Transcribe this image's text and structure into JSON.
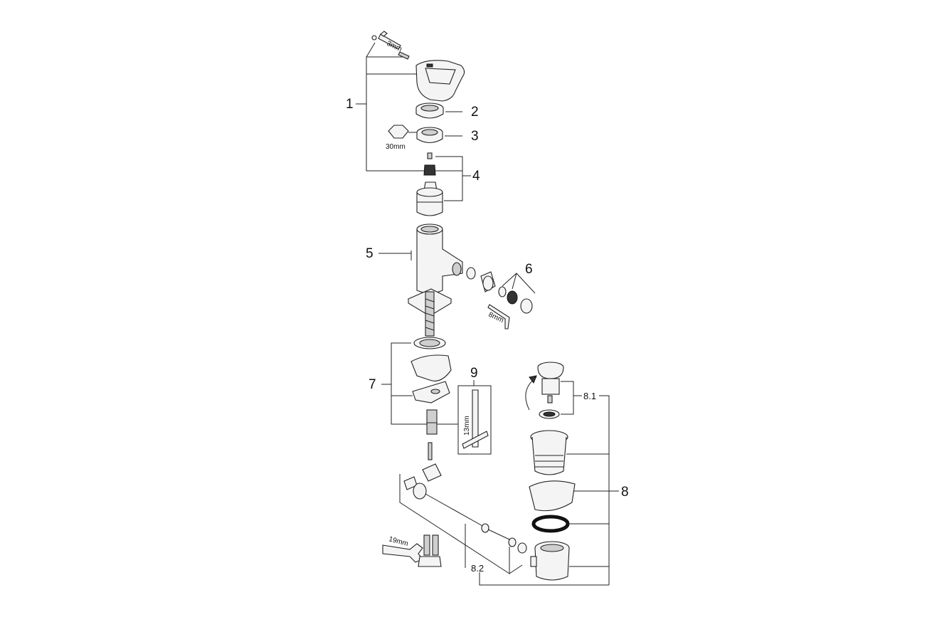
{
  "callouts": {
    "c1": "1",
    "c2": "2",
    "c3": "3",
    "c4": "4",
    "c5": "5",
    "c6": "6",
    "c7": "7",
    "c8": "8",
    "c81": "8.1",
    "c82": "8.2",
    "c9": "9"
  },
  "tool_labels": {
    "allen_3mm": "3mm",
    "hex_30mm": "30mm",
    "allen_8mm": "8mm",
    "wrench_13mm": "13mm",
    "wrench_19mm": "19mm"
  }
}
